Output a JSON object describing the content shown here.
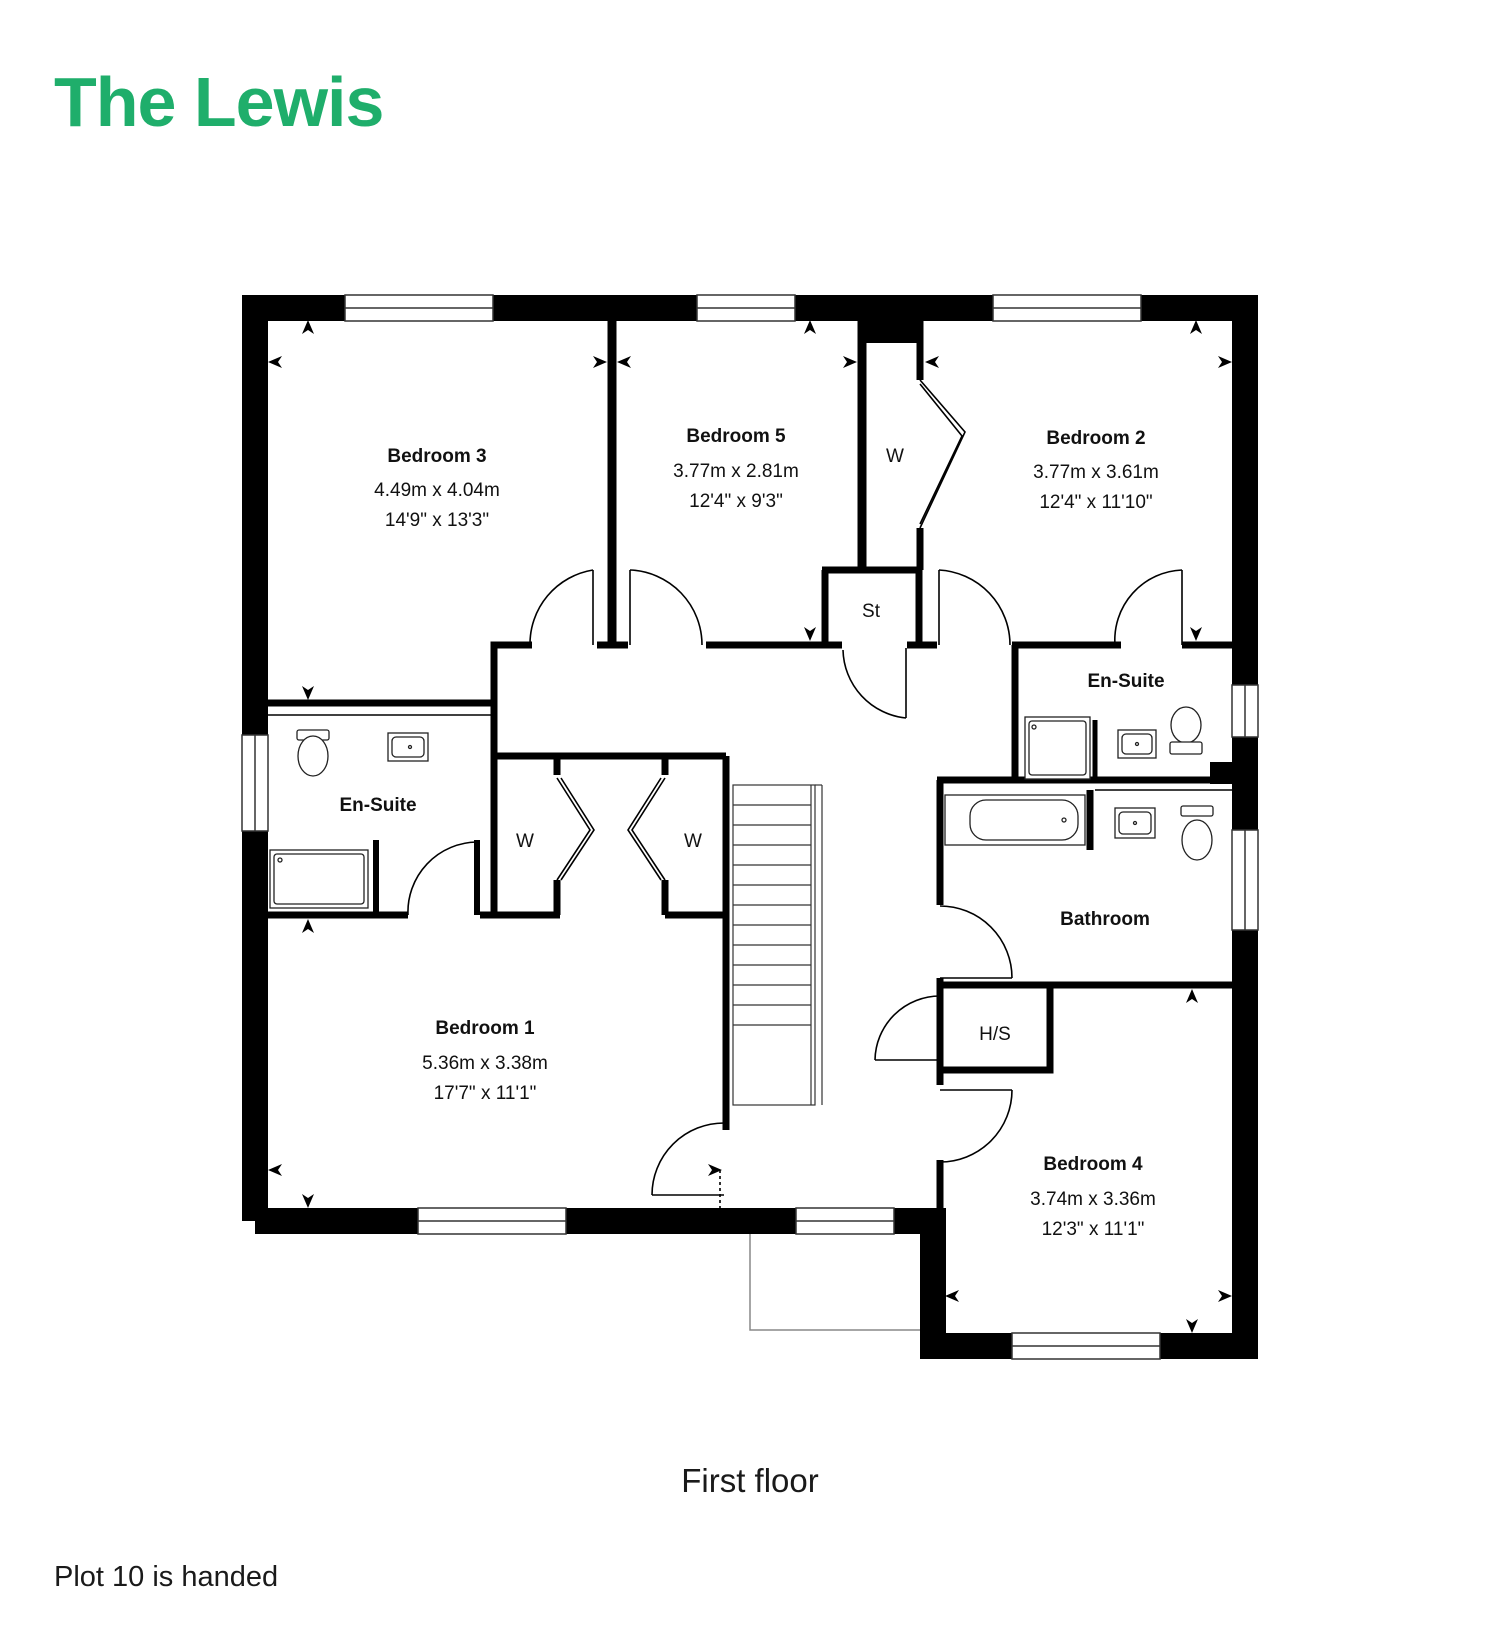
{
  "title": "The Lewis",
  "caption": "First floor",
  "note": "Plot 10 is handed",
  "colors": {
    "brand": "#1fae6b",
    "walls": "#000000"
  },
  "rooms": [
    {
      "name": "Bedroom 3",
      "metric": "4.49m x 4.04m",
      "imperial": "14'9\" x 13'3\""
    },
    {
      "name": "Bedroom 5",
      "metric": "3.77m x 2.81m",
      "imperial": "12'4\" x 9'3\""
    },
    {
      "name": "Bedroom 2",
      "metric": "3.77m x 3.61m",
      "imperial": "12'4\" x 11'10\""
    },
    {
      "name": "Bedroom 1",
      "metric": "5.36m x 3.38m",
      "imperial": "17'7\" x 11'1\""
    },
    {
      "name": "Bedroom 4",
      "metric": "3.74m x 3.36m",
      "imperial": "12'3\" x 11'1\""
    }
  ],
  "labels": {
    "ensuite_left": "En-Suite",
    "ensuite_right": "En-Suite",
    "bathroom": "Bathroom",
    "wardrobe_top": "W",
    "wardrobe_mid_left": "W",
    "wardrobe_mid_right": "W",
    "store": "St",
    "hot_store": "H/S"
  }
}
